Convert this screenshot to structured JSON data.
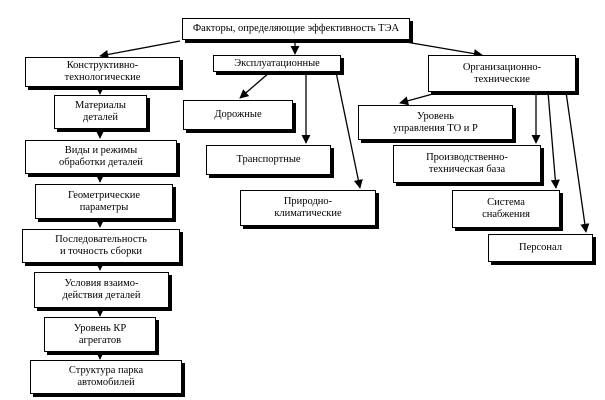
{
  "diagram": {
    "root": "Факторы, определяющие эффективность ТЭА",
    "groups": {
      "constructive": "Конструктивно-\nтехнологические",
      "operational": "Эксплуатационные",
      "organizational": "Организационно-\nтехнические"
    },
    "constructive_items": {
      "materials": "Материалы\nдеталей",
      "processing": "Виды и режимы\nобработки деталей",
      "geometry": "Геометрические\nпараметры",
      "assembly": "Последовательность\nи точность сборки",
      "interaction": "Условия взаимо-\nдействия деталей",
      "kr_level": "Уровень КР\nагрегатов",
      "fleet": "Структура парка\nавтомобилей"
    },
    "operational_items": {
      "road": "Дорожные",
      "transport": "Транспортные",
      "climate": "Природно-\nклиматические"
    },
    "organizational_items": {
      "management": "Уровень\nуправления ТО и Р",
      "base": "Производственно-\nтехническая база",
      "supply": "Система\nснабжения",
      "personnel": "Персонал"
    }
  }
}
